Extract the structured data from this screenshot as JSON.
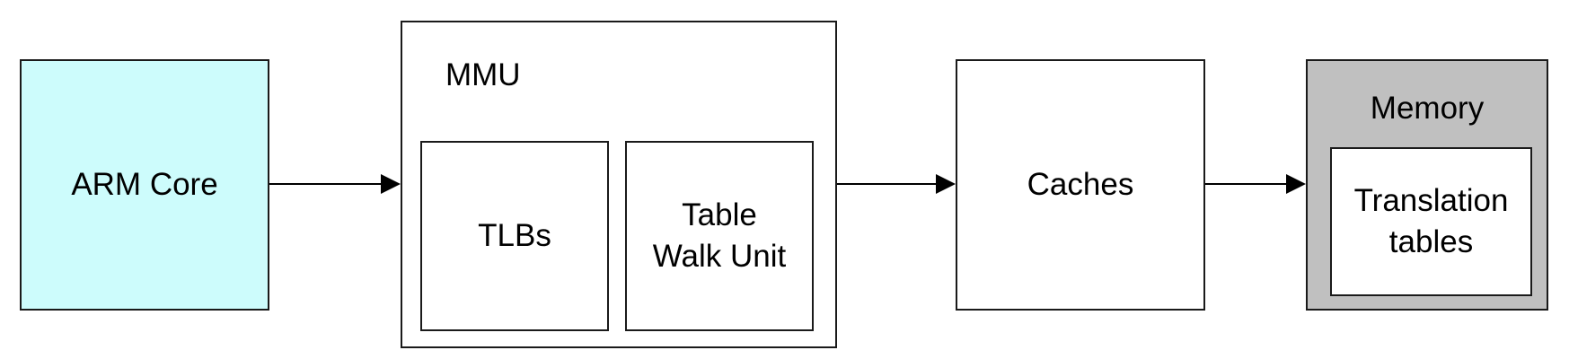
{
  "diagram": {
    "arm_core": {
      "label": "ARM Core",
      "fill": "#cdfcfc"
    },
    "mmu": {
      "title": "MMU",
      "fill": "#ffffff",
      "tlbs": {
        "label": "TLBs"
      },
      "table_walk_unit": {
        "line1": "Table",
        "line2": "Walk Unit"
      }
    },
    "caches": {
      "label": "Caches",
      "fill": "#ffffff"
    },
    "memory": {
      "title": "Memory",
      "fill": "#c0c0c0",
      "translation_tables": {
        "line1": "Translation",
        "line2": "tables",
        "fill": "#ffffff"
      }
    }
  }
}
